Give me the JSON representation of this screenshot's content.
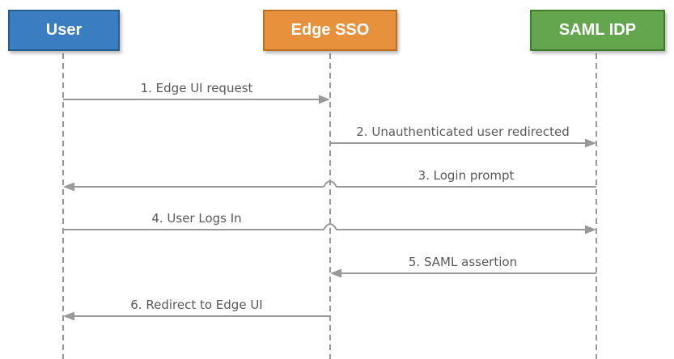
{
  "diagram": {
    "type": "sequence-diagram",
    "actors": [
      {
        "id": "user",
        "label": "User",
        "fill": "#3A7EC1",
        "border": "#275D8D"
      },
      {
        "id": "edge-sso",
        "label": "Edge SSO",
        "fill": "#E8913C",
        "border": "#BA701E"
      },
      {
        "id": "saml-idp",
        "label": "SAML IDP",
        "fill": "#64A64D",
        "border": "#3E7A2B"
      }
    ],
    "messages": [
      {
        "label": "1. Edge UI request",
        "from": "User",
        "to": "Edge SSO",
        "direction": "right"
      },
      {
        "label": "2. Unauthenticated user redirected",
        "from": "Edge SSO",
        "to": "SAML IDP",
        "direction": "right"
      },
      {
        "label": "3. Login prompt",
        "from": "SAML IDP",
        "to": "User",
        "direction": "left"
      },
      {
        "label": "4. User Logs In",
        "from": "User",
        "to": "SAML IDP",
        "direction": "right"
      },
      {
        "label": "5. SAML assertion",
        "from": "SAML IDP",
        "to": "Edge SSO",
        "direction": "left"
      },
      {
        "label": "6. Redirect to Edge UI",
        "from": "Edge SSO",
        "to": "User",
        "direction": "left"
      }
    ],
    "colors": {
      "line": "#999999",
      "label_text": "#595959",
      "actor_text": "#FFFFFF",
      "background": "#FFFFFF"
    }
  }
}
